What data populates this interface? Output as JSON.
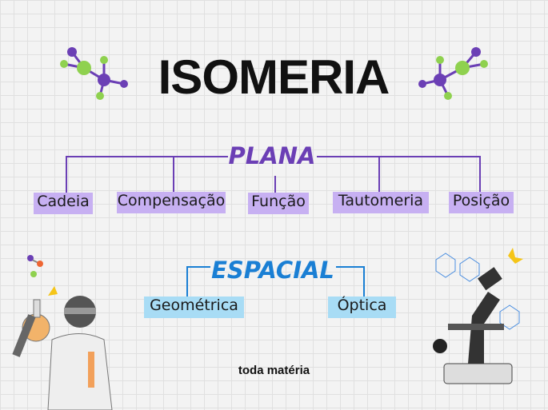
{
  "title": "ISOMERIA",
  "plana": {
    "label": "PLANA",
    "items": [
      "Cadeia",
      "Compensação",
      "Função",
      "Tautomeria",
      "Posição"
    ]
  },
  "espacial": {
    "label": "ESPACIAL",
    "items": [
      "Geométrica",
      "Óptica"
    ]
  },
  "brand": "toda matéria",
  "colors": {
    "purple": "#6b3fb5",
    "lavender": "#c7b0f2",
    "blue": "#1a7fd4",
    "light_blue": "#a8dcf5"
  }
}
